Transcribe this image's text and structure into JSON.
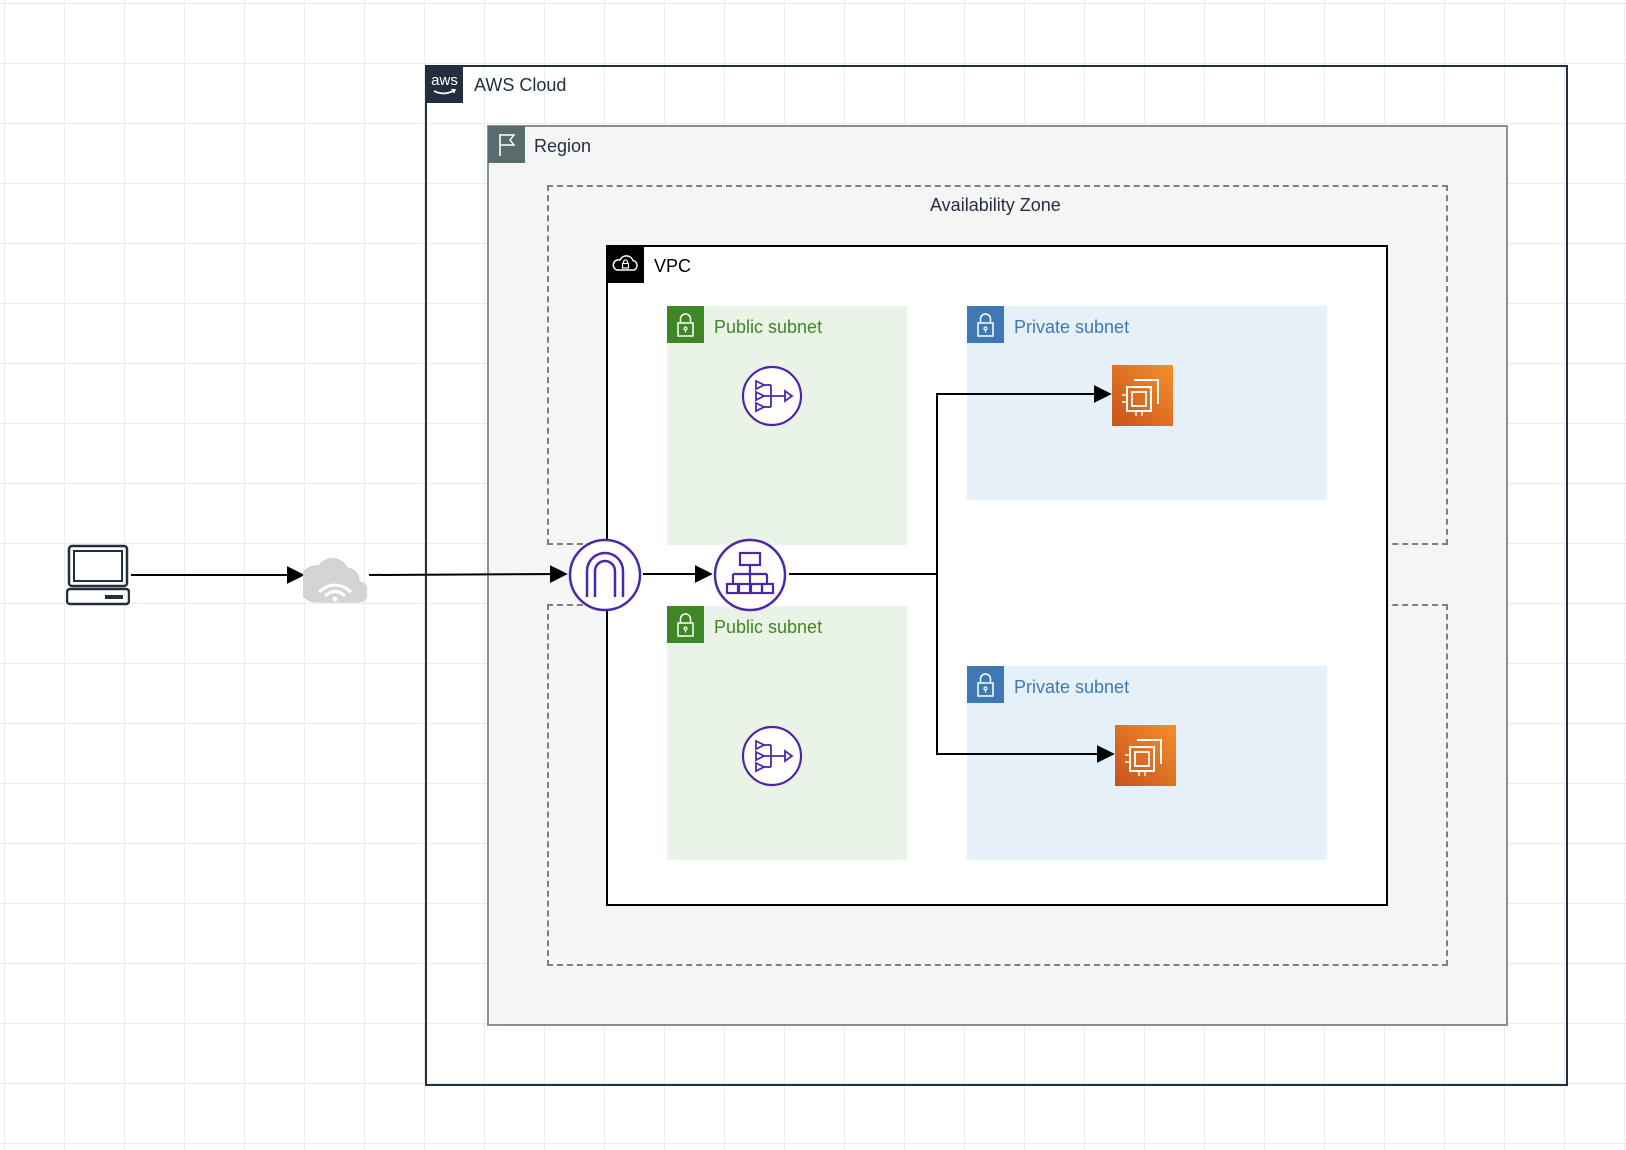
{
  "groups": {
    "aws_cloud": "AWS Cloud",
    "region": "Region",
    "availability_zone": "Availability Zone",
    "vpc": "VPC",
    "public_subnet_1": "Public subnet",
    "private_subnet_1": "Private subnet",
    "public_subnet_2": "Public subnet",
    "private_subnet_2": "Private subnet"
  },
  "icons": {
    "aws_logo": "aws-logo-icon",
    "region": "region-flag-icon",
    "vpc": "vpc-cloud-lock-icon",
    "subnet": "subnet-lock-icon",
    "client": "laptop-client-icon",
    "internet": "wifi-cloud-icon",
    "gateway": "internet-gateway-icon",
    "load_balancer": "application-load-balancer-icon",
    "nat": "nat-gateway-icon",
    "ec2": "ec2-instance-icon"
  },
  "colors": {
    "aws_cloud_border": "#232f3e",
    "region_border": "#879196",
    "region_fill": "#f5f5f5",
    "public_subnet_fill": "#e9f3e6",
    "public_subnet_accent": "#3f8624",
    "private_subnet_fill": "#e6f0f8",
    "private_subnet_accent": "#3f79b5",
    "network_purple": "#4d27aa",
    "compute_orange": "#e8741e"
  }
}
